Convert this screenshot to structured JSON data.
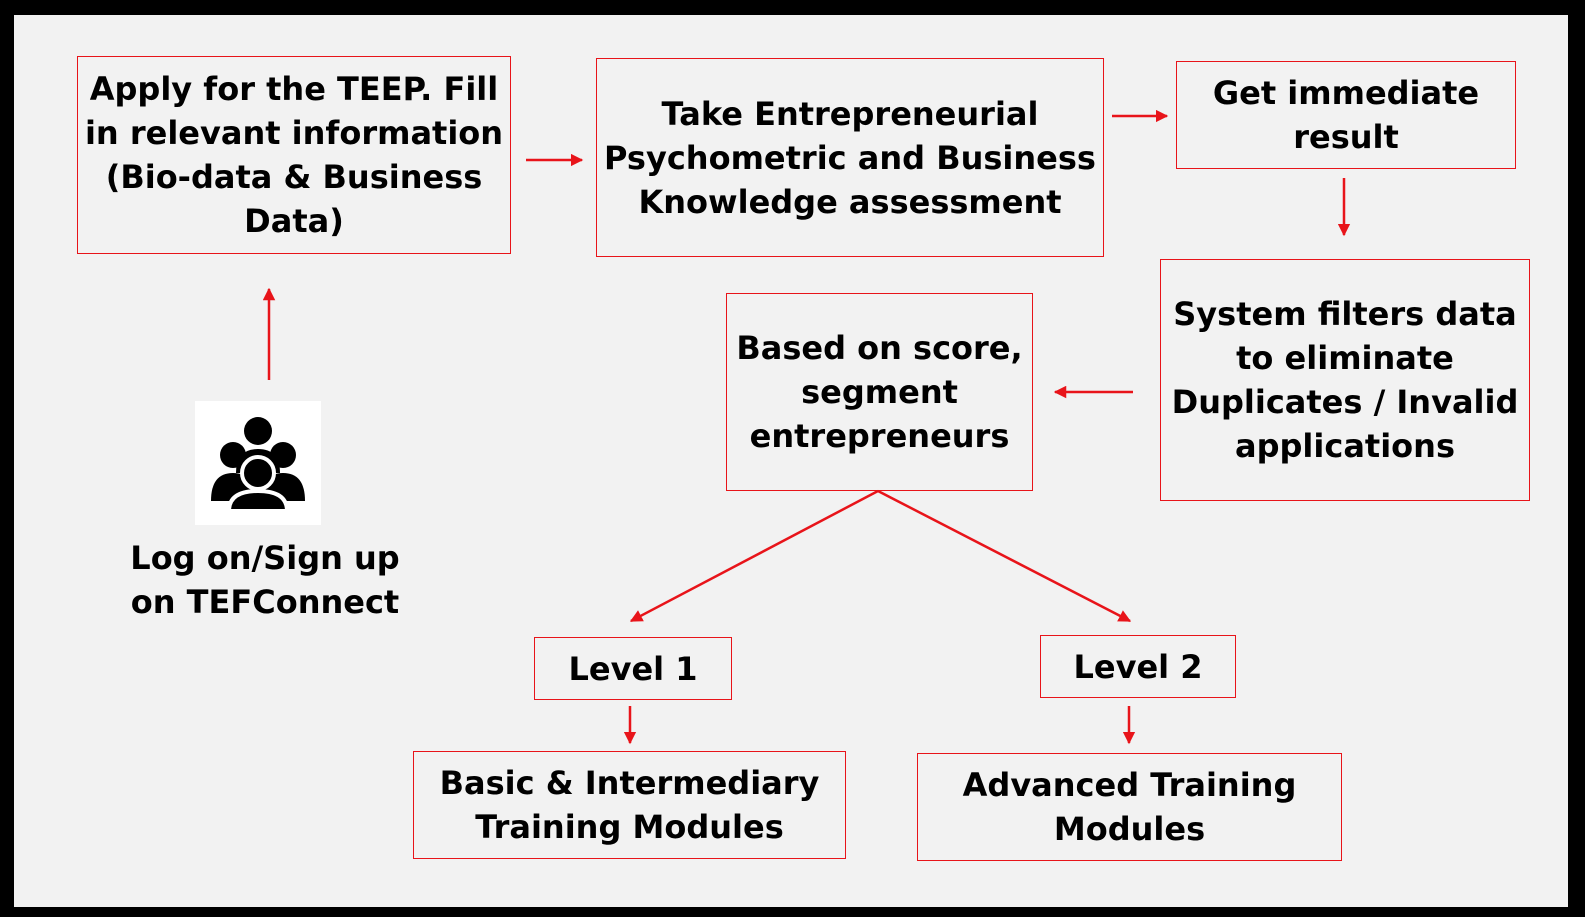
{
  "colors": {
    "background": "#f2f2f2",
    "frame": "#000000",
    "accent": "#e8141a",
    "text": "#000000"
  },
  "icons": {
    "users": "users-group-icon"
  },
  "nodes": {
    "login": "Log on/Sign up on TEFConnect",
    "apply": "Apply for the TEEP. Fill in relevant information (Bio-data & Business Data)",
    "assessment": "Take Entrepreneurial Psychometric and Business Knowledge assessment",
    "result": "Get immediate result",
    "filter": "System filters data to eliminate Duplicates / Invalid applications",
    "segment": "Based on score, segment entrepreneurs",
    "level1": "Level 1",
    "level2": "Level 2",
    "basic": "Basic & Intermediary Training Modules",
    "advanced": "Advanced Training Modules"
  }
}
